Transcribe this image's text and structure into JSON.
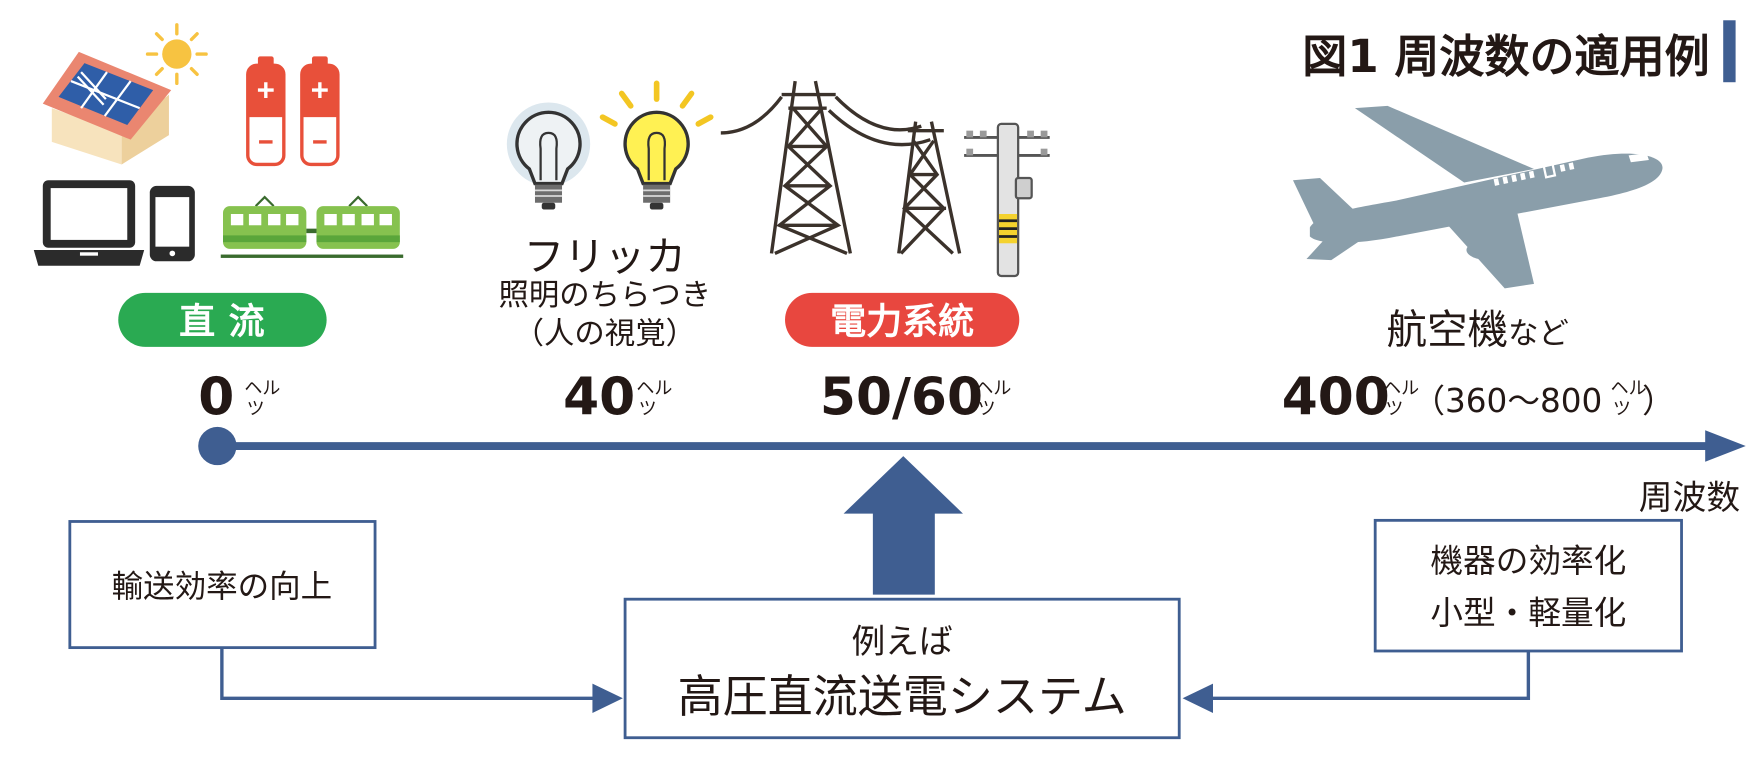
{
  "title": "図1 周波数の適用例",
  "axis": {
    "label": "周波数"
  },
  "unit": {
    "top": "ヘル",
    "bottom": "ツ"
  },
  "markers": {
    "dc": {
      "label": "直流",
      "frequency": "0"
    },
    "flicker": {
      "caption": "フリッカ",
      "line1": "照明のちらつき",
      "line2": "（人の視覚）",
      "frequency": "40"
    },
    "grid": {
      "label": "電力系統",
      "frequency": "50/60"
    },
    "aircraft": {
      "caption": "航空機",
      "suffix": "など",
      "frequency": "400",
      "range_open": "（360〜800",
      "range_close": "）"
    }
  },
  "boxes": {
    "left": {
      "text": "輸送効率の向上"
    },
    "center": {
      "line1": "例えば",
      "line2": "高圧直流送電システム"
    },
    "right": {
      "line1": "機器の効率化",
      "line2": "小型・軽量化"
    }
  },
  "colors": {
    "accent": "#3f5e91",
    "dc_badge": "#2aaa52",
    "grid_badge": "#e8473f",
    "airplane": "#8a9eaa",
    "white": "#ffffff"
  }
}
